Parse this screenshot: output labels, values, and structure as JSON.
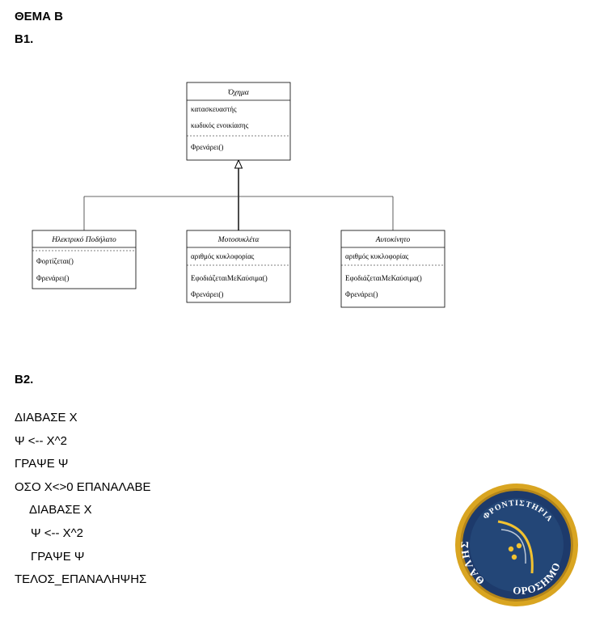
{
  "headings": {
    "topic": "ΘΕΜΑ Β",
    "b1": "Β1.",
    "b2": "Β2."
  },
  "uml": {
    "parent": {
      "name": "Όχημα",
      "attributes": [
        "κατασκευαστής",
        "κωδικός ενοικίασης"
      ],
      "methods": [
        "Φρενάρει()"
      ]
    },
    "children": [
      {
        "name": "Ηλεκτρικό Ποδήλατο",
        "attributes": [],
        "methods": [
          "Φορτίζεται()",
          "Φρενάρει()"
        ]
      },
      {
        "name": "Μοτοσυκλέτα",
        "attributes": [
          "αριθμός κυκλοφορίας"
        ],
        "methods": [
          "ΕφοδιάζεταιΜεΚαύσιμα()",
          "Φρενάρει()"
        ]
      },
      {
        "name": "Αυτοκίνητο",
        "attributes": [
          "αριθμός κυκλοφορίας"
        ],
        "methods": [
          "ΕφοδιάζεταιΜεΚαύσιμα()",
          "Φρενάρει()"
        ]
      }
    ]
  },
  "pseudocode": [
    "ΔΙΑΒΑΣΕ Χ",
    "Ψ <-- Χ^2",
    "ΓΡΑΨΕ Ψ",
    "ΟΣΟ Χ<>0 ΕΠΑΝΑΛΑΒΕ",
    "ΔΙΑΒΑΣΕ Χ",
    "Ψ <-- Χ^2",
    "ΓΡΑΨΕ Ψ",
    "ΤΕΛΟΣ_ΕΠΑΝΑΛΗΨΗΣ"
  ],
  "logo": {
    "top_text": "ΦΡΟΝΤΙΣΤΗΡΙΑ",
    "left_text": "ΘΑΛΗΣ",
    "bottom_text": "ΟΡΟΣΗΜΟ",
    "colors": {
      "ring": "#d9a521",
      "disc": "#1d3a6b",
      "text": "#ffffff",
      "dots": "#f2c230"
    }
  }
}
